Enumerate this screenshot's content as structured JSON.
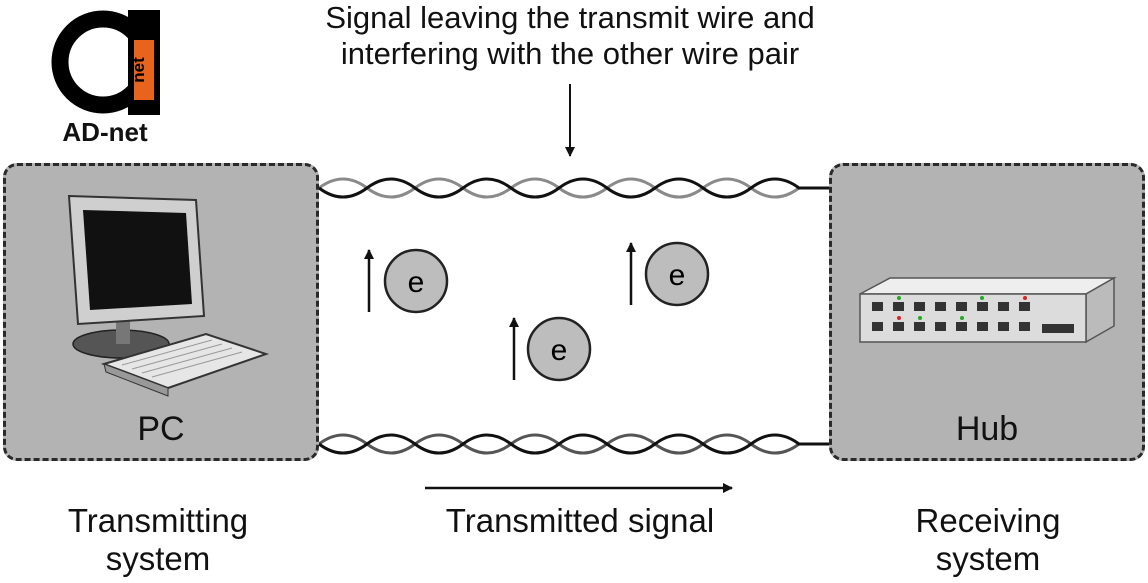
{
  "logo": {
    "brand": "AD-net",
    "mark_text": "net"
  },
  "top_caption": {
    "line1": "Signal leaving the transmit wire and",
    "line2": "interfering with the other wire pair"
  },
  "transmitting": {
    "box_label": "PC",
    "caption_line1": "Transmitting",
    "caption_line2": "system"
  },
  "receiving": {
    "box_label": "Hub",
    "caption_line1": "Receiving",
    "caption_line2": "system"
  },
  "signal_label": "Transmitted signal",
  "electron_symbol": "e",
  "colors": {
    "box_fill": "#b3b3b3",
    "wire_dark": "#111111",
    "wire_light": "#8a8a8a",
    "electron_fill": "#bdbdbd",
    "logo_accent": "#e8641e"
  }
}
